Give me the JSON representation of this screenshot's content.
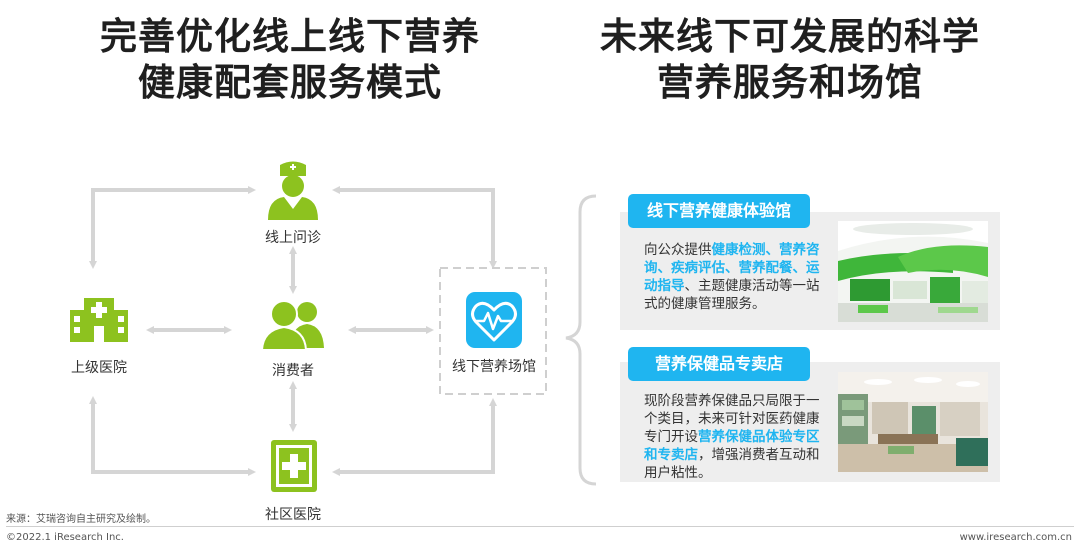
{
  "titles": {
    "left": [
      "完善优化线上线下营养",
      "健康配套服务模式"
    ],
    "right": [
      "未来线下可发展的科学",
      "营养服务和场馆"
    ]
  },
  "nodes": {
    "online": "线上问诊",
    "hospital_top": "上级医院",
    "consumer": "消费者",
    "venue": "线下营养场馆",
    "community": "社区医院"
  },
  "cards": [
    {
      "tag": "线下营养健康体验馆",
      "text": [
        {
          "t": "向公众提供",
          "h": false
        },
        {
          "t": "健康检测、营养咨询、疾病评估、营养配餐、运动指导",
          "h": true
        },
        {
          "t": "、主题健康活动等一站式的健康管理服务。",
          "h": false
        }
      ]
    },
    {
      "tag": "营养保健品专卖店",
      "text": [
        {
          "t": "现阶段营养保健品只局限于一个类目，未来可针对医药健康专门开设",
          "h": false
        },
        {
          "t": "营养保健品体验专区和专卖店",
          "h": true
        },
        {
          "t": "，增强消费者互动和用户粘性。",
          "h": false
        }
      ]
    }
  ],
  "footer": {
    "source": "来源：艾瑞咨询自主研究及绘制。",
    "copyright": "©2022.1 iResearch Inc.",
    "website": "www.iresearch.com.cn"
  },
  "colors": {
    "green": "#8dc21f",
    "blue": "#1fb5f0",
    "arrow": "#d5d5d5"
  },
  "icons": [
    "doctor-icon",
    "hospital-building-icon",
    "consumer-people-icon",
    "heart-monitor-icon",
    "medical-kit-icon"
  ]
}
